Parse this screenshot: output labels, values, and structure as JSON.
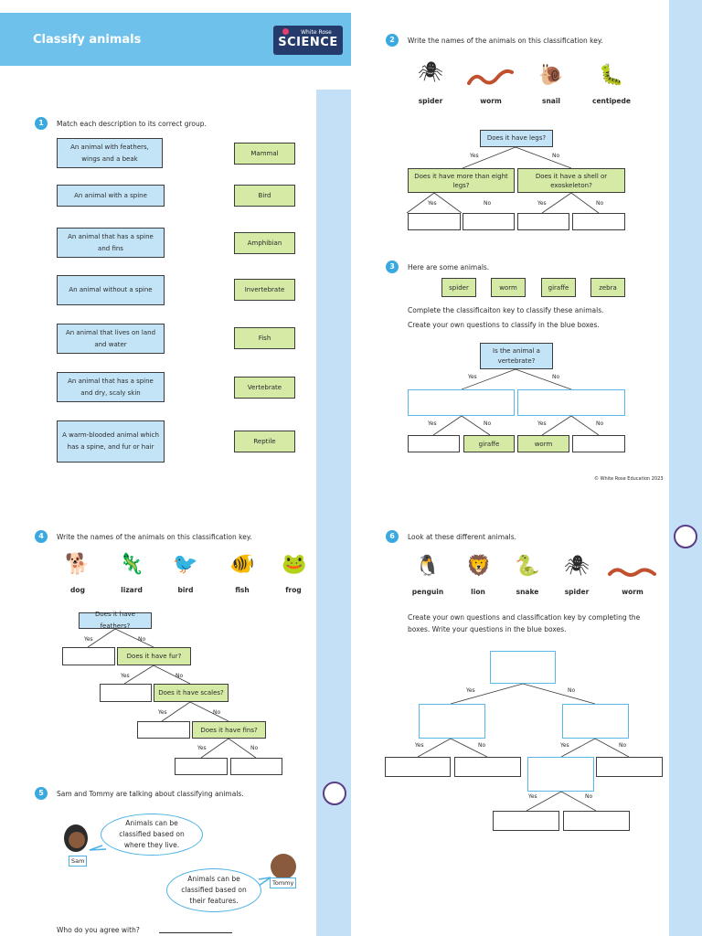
{
  "header": {
    "title": "Classify animals",
    "logo_small": "White Rose",
    "logo_big": "SCIENCE"
  },
  "q1": {
    "num": "1",
    "prompt": "Match each description to its correct group.",
    "descriptions": [
      "An animal with feathers, wings and a beak",
      "An animal with a spine",
      "An animal that has a spine and fins",
      "An animal without a spine",
      "An animal that lives on land and water",
      "An animal that has a spine and dry, scaly skin",
      "A warm-blooded animal which has a spine, and fur or hair"
    ],
    "groups": [
      "Mammal",
      "Bird",
      "Amphibian",
      "Invertebrate",
      "Fish",
      "Vertebrate",
      "Reptile"
    ]
  },
  "q2": {
    "num": "2",
    "prompt": "Write the names of the animals on this classification key.",
    "animals": [
      "spider",
      "worm",
      "snail",
      "centipede"
    ],
    "root": "Does it have legs?",
    "left_q": "Does it have more than eight legs?",
    "right_q": "Does it have a shell or exoskeleton?",
    "yes": "Yes",
    "no": "No"
  },
  "q3": {
    "num": "3",
    "prompt": "Here are some animals.",
    "animals": [
      "spider",
      "worm",
      "giraffe",
      "zebra"
    ],
    "instruction1": "Complete the classificaiton key to classify these animals.",
    "instruction2": "Create your own questions to classify in the blue boxes.",
    "root": "Is the animal a vertebrate?",
    "leaf_giraffe": "giraffe",
    "leaf_worm": "worm",
    "yes": "Yes",
    "no": "No"
  },
  "copyright": "© White Rose Education 2023",
  "q4": {
    "num": "4",
    "prompt": "Write the names of the animals on this classification key.",
    "animals": [
      "dog",
      "lizard",
      "bird",
      "fish",
      "frog"
    ],
    "q_feathers": "Does it have feathers?",
    "q_fur": "Does it have fur?",
    "q_scales": "Does it have scales?",
    "q_fins": "Does it have fins?",
    "yes": "Yes",
    "no": "No"
  },
  "q5": {
    "num": "5",
    "prompt": "Sam and Tommy are talking about classifying animals.",
    "sam_speech": "Animals can be classified based on where they live.",
    "tommy_speech": "Animals can be classified based on their features.",
    "sam_name": "Sam",
    "tommy_name": "Tommy",
    "question": "Who do you agree with?"
  },
  "q6": {
    "num": "6",
    "prompt": "Look at these different animals.",
    "animals": [
      "penguin",
      "lion",
      "snake",
      "spider",
      "worm"
    ],
    "instruction1": "Create your own questions and classification key by completing the",
    "instruction2": "boxes. Write your questions in the blue boxes.",
    "yes": "Yes",
    "no": "No"
  },
  "colors": {
    "header_blue": "#6ec1ea",
    "answer_green": "#d4eaa5",
    "desc_blue": "#c3e4f7",
    "side_bar": "#c3e0f6",
    "number_circle": "#3aa9e0"
  },
  "icons": [
    "spider-icon",
    "worm-icon",
    "snail-icon",
    "centipede-icon",
    "dog-icon",
    "lizard-icon",
    "bird-icon",
    "fish-icon",
    "frog-icon",
    "penguin-icon",
    "lion-icon",
    "snake-icon",
    "cloud-icon"
  ]
}
